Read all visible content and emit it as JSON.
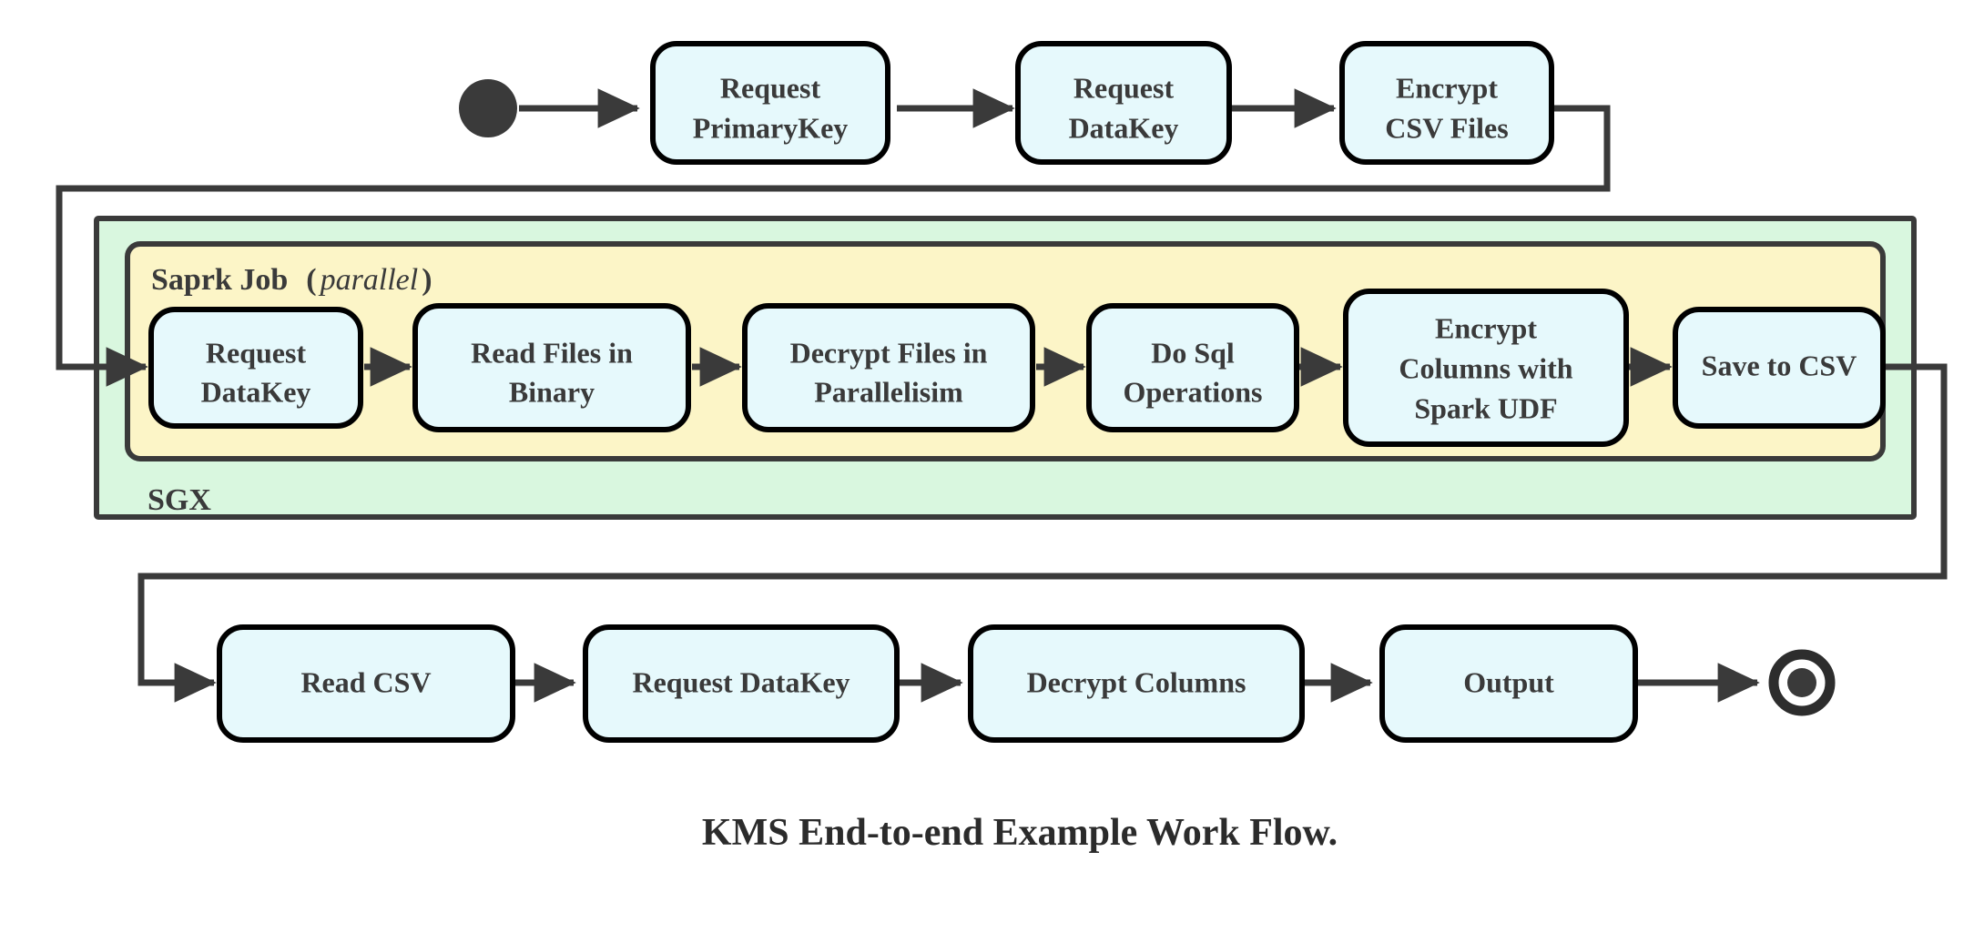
{
  "diagram": {
    "caption": "KMS End-to-end Example Work Flow.",
    "colors": {
      "node_fill": "#e6f9fc",
      "node_stroke": "#000000",
      "sgx_container_fill": "#d9f7df",
      "spark_container_fill": "#fcf5c7",
      "edge": "#3a3a3a",
      "text": "#3a3a3a",
      "background": "#ffffff"
    },
    "start_node": {
      "name": "start",
      "shape": "filled-circle"
    },
    "end_node": {
      "name": "end",
      "shape": "ring-with-dot"
    },
    "containers": [
      {
        "id": "sgx",
        "label": "SGX",
        "label_position": "bottom-left",
        "fill": "#d9f7df"
      },
      {
        "id": "spark-job",
        "label": "Saprk Job",
        "label_suffix_open": "(",
        "label_suffix_italic": "parallel",
        "label_suffix_close": ")",
        "label_position": "top-left",
        "fill": "#fcf5c7"
      }
    ],
    "rows": {
      "top": {
        "name": "top-row",
        "nodes": [
          {
            "id": "request-primarykey",
            "lines": [
              "Request",
              "PrimaryKey"
            ]
          },
          {
            "id": "request-datakey-top",
            "lines": [
              "Request",
              "DataKey"
            ]
          },
          {
            "id": "encrypt-csv-files",
            "lines": [
              "Encrypt",
              "CSV Files"
            ]
          }
        ]
      },
      "middle": {
        "name": "spark-row",
        "nodes": [
          {
            "id": "request-datakey-spark",
            "lines": [
              "Request",
              "DataKey"
            ]
          },
          {
            "id": "read-files-in-binary",
            "lines": [
              "Read Files in",
              "Binary"
            ]
          },
          {
            "id": "decrypt-files-in-parallelisim",
            "lines": [
              "Decrypt Files in",
              "Parallelisim"
            ]
          },
          {
            "id": "do-sql-operations",
            "lines": [
              "Do Sql",
              "Operations"
            ]
          },
          {
            "id": "encrypt-columns-with-spark-udf",
            "lines": [
              "Encrypt",
              "Columns with",
              "Spark UDF"
            ]
          },
          {
            "id": "save-to-csv",
            "lines": [
              "Save to CSV"
            ]
          }
        ]
      },
      "bottom": {
        "name": "bottom-row",
        "nodes": [
          {
            "id": "read-csv",
            "lines": [
              "Read CSV"
            ]
          },
          {
            "id": "request-datakey-bottom",
            "lines": [
              "Request DataKey"
            ]
          },
          {
            "id": "decrypt-columns",
            "lines": [
              "Decrypt Columns"
            ]
          },
          {
            "id": "output",
            "lines": [
              "Output"
            ]
          }
        ]
      }
    }
  }
}
